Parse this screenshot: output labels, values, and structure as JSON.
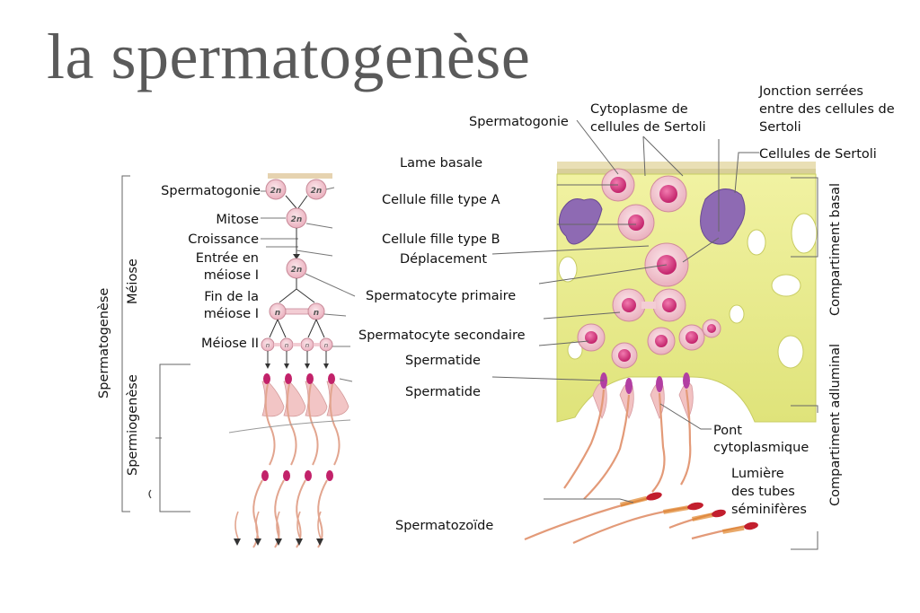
{
  "title": "la spermatogenèse",
  "left": {
    "spermatogonie": "Spermatogonie",
    "mitose": "Mitose",
    "croissance": "Croissance",
    "entree_1": "Entrée en",
    "entree_2": "méiose I",
    "fin_1": "Fin de la",
    "fin_2": "méiose I",
    "meiose2": "Méiose II",
    "vert_spermatogenese": "Spermatogenèse",
    "vert_meiose": "Méiose",
    "vert_spermiogenese": "Spermiogenèse",
    "cell_2n": "2n",
    "cell_n": "n"
  },
  "center": {
    "lame_basale": "Lame basale",
    "fille_a": "Cellule fille type A",
    "fille_b": "Cellule fille type B",
    "deplacement": "Déplacement",
    "sp_primaire": "Spermatocyte primaire",
    "sp_secondaire": "Spermatocyte secondaire",
    "spermatide_1": "Spermatide",
    "spermatide_2": "Spermatide",
    "spermatozoide": "Spermatozoïde"
  },
  "right": {
    "spermatogonie": "Spermatogonie",
    "cyto_1": "Cytoplasme de",
    "cyto_2": "cellules de Sertoli",
    "jonction_1": "Jonction serrées",
    "jonction_2": "entre des cellules de",
    "jonction_3": "Sertoli",
    "sertoli": "Cellules de Sertoli",
    "pont_1": "Pont",
    "pont_2": "cytoplasmique",
    "lumiere_1": "Lumière",
    "lumiere_2": "des tubes",
    "lumiere_3": "séminifères",
    "vert_basal": "Compartiment basal",
    "vert_adluminal": "Compartiment adluminal"
  },
  "colors": {
    "title": "#5a5a5a",
    "sertoli_cytoplasm": "#e9ec8a",
    "cell_body": "#f3c6cf",
    "nucleus": "#d8357a",
    "sertoli_nucleus": "#8e6ab3",
    "sperm_tail": "#e8a08a"
  }
}
